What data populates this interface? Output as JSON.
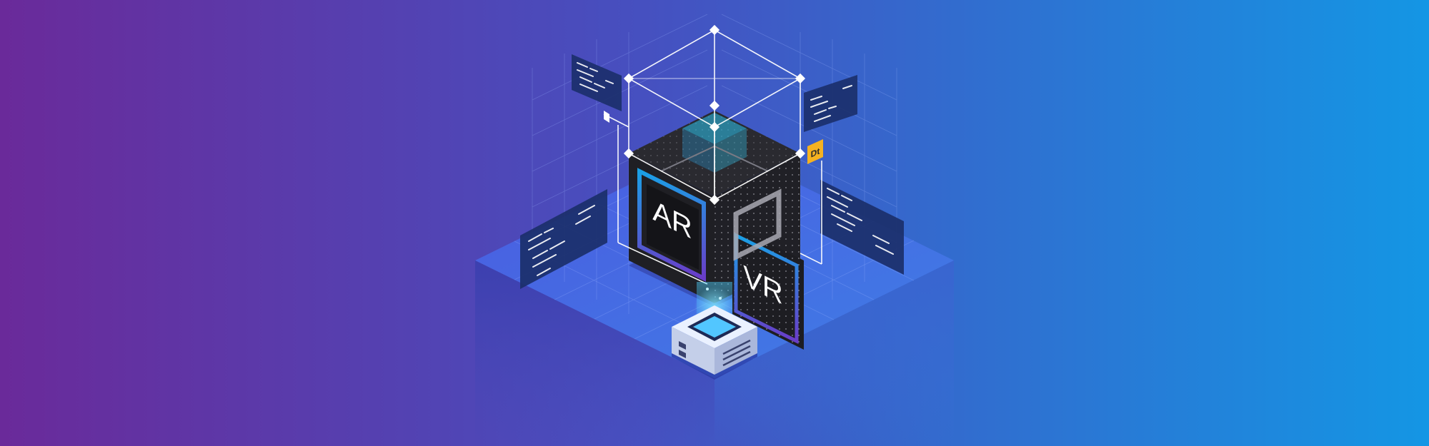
{
  "scene": {
    "cube_face_left_label": "AR",
    "cube_face_right_label": "VR",
    "tag_label": "Dt",
    "colors": {
      "bg_left": "#6a2a9a",
      "bg_mid": "#3f53c0",
      "bg_right": "#1496e4",
      "cube_dark": "#1f1f24",
      "accent_blue": "#1aa0e6",
      "accent_purple": "#6a3cc8",
      "tag_orange": "#f5b221",
      "panel": "#1b2f6a"
    }
  }
}
